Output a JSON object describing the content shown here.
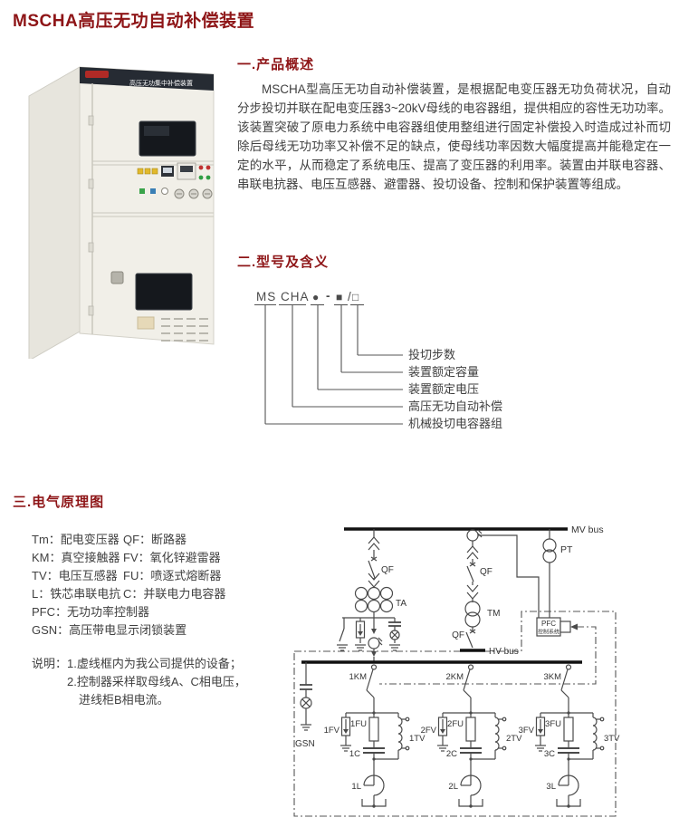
{
  "page": {
    "title": "MSCHA高压无功自动补偿装置"
  },
  "photo": {
    "banner_text": "高压无功集中补偿装置"
  },
  "overview": {
    "heading": "一.产品概述",
    "body": "MSCHA型高压无功自动补偿装置，是根据配电变压器无功负荷状况，自动分步投切并联在配电变压器3~20kV母线的电容器组，提供相应的容性无功功率。该装置突破了原电力系统中电容器组使用整组进行固定补偿投入时造成过补而切除后母线无功功率又补偿不足的缺点，使母线功率因数大幅度提高并能稳定在一定的水平，从而稳定了系统电压、提高了变压器的利用率。装置由并联电容器、串联电抗器、电压互感器、避雷器、投切设备、控制和保护装置等组成。"
  },
  "model": {
    "heading": "二.型号及含义",
    "tokens": {
      "ms": "MS",
      "cha": "CHA",
      "dot": "●",
      "dash": "-",
      "square_filled": "■",
      "slash": "/",
      "square_open": "□"
    },
    "labels": [
      "投切步数",
      "装置额定容量",
      "装置额定电压",
      "高压无功自动补偿",
      "机械投切电容器组"
    ]
  },
  "schematic": {
    "heading": "三.电气原理图",
    "legend": [
      {
        "left": "Tm：配电变压器",
        "right": "QF：断路器"
      },
      {
        "left": "KM：真空接触器",
        "right": "FV：氧化锌避雷器"
      },
      {
        "left": "TV：电压互感器",
        "right": "FU：喷逐式熔断器"
      },
      {
        "left": "L：铁芯串联电抗",
        "right": "C：并联电力电容器"
      },
      {
        "left": "PFC：无功功率控制器",
        "right": ""
      },
      {
        "left": "GSN：高压带电显示闭锁装置",
        "right": ""
      }
    ],
    "notes": [
      "说明：1.虚线框内为我公司提供的设备；",
      "2.控制器采样取母线A、C相电压，",
      "进线柜B相电流。"
    ],
    "labels": {
      "mv_bus": "MV bus",
      "hv_bus": "HV bus",
      "qf": "QF",
      "ta": "TA",
      "tm": "TM",
      "pt": "PT",
      "pfc_line1": "PFC",
      "pfc_line2": "控制系统",
      "gsn": "GSN"
    },
    "branches": [
      {
        "km": "1KM",
        "fv": "1FV",
        "fu": "1FU",
        "tv": "1TV",
        "c": "1C",
        "l": "1L"
      },
      {
        "km": "2KM",
        "fv": "2FV",
        "fu": "2FU",
        "tv": "2TV",
        "c": "2C",
        "l": "2L"
      },
      {
        "km": "3KM",
        "fv": "3FV",
        "fu": "3FU",
        "tv": "3TV",
        "c": "3C",
        "l": "3L"
      }
    ]
  }
}
